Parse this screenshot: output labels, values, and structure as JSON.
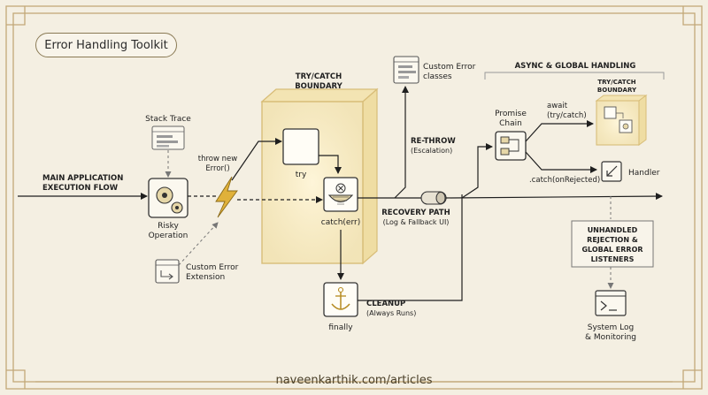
{
  "header": {
    "title": "Error Handling Toolkit"
  },
  "footer": {
    "url": "naveenkarthik.com/articles"
  },
  "main_flow": {
    "line1": "MAIN APPLICATION",
    "line2": "EXECUTION FLOW"
  },
  "stack_trace": {
    "label": "Stack Trace"
  },
  "risky": {
    "line1": "Risky",
    "line2": "Operation"
  },
  "throw": {
    "line1": "throw new",
    "line2": "Error()"
  },
  "custom_extension": {
    "line1": "Custom Error",
    "line2": "Extension"
  },
  "boundary": {
    "line1": "TRY/CATCH",
    "line2": "BOUNDARY"
  },
  "try": {
    "label": "try"
  },
  "catch": {
    "label": "catch(err)"
  },
  "finally": {
    "label": "finally"
  },
  "cleanup": {
    "line1": "CLEANUP",
    "line2": "(Always Runs)"
  },
  "custom_classes": {
    "line1": "Custom Error",
    "line2": "classes"
  },
  "rethrow": {
    "line1": "RE-THROW",
    "line2": "(Escalation)"
  },
  "recovery": {
    "line1": "RECOVERY PATH",
    "line2": "(Log & Fallback UI)"
  },
  "async_section": {
    "title": "ASYNC & GLOBAL HANDLING"
  },
  "promise": {
    "line1": "Promise",
    "line2": "Chain"
  },
  "await": {
    "line1": "await",
    "line2": "(try/catch)"
  },
  "mini_boundary": {
    "line1": "TRY/CATCH",
    "line2": "BOUNDARY"
  },
  "catch_rejected": {
    "label": ".catch(onRejected)"
  },
  "handler": {
    "label": "Handler"
  },
  "unhandled": {
    "line1": "UNHANDLED",
    "line2": "REJECTION &",
    "line3": "GLOBAL ERROR",
    "line4": "LISTENERS"
  },
  "system_log": {
    "line1": "System Log",
    "line2": "& Monitoring"
  },
  "colors": {
    "background": "#f4efe2",
    "frame": "#c2a878",
    "boundary": "#e3c77a",
    "ink": "#1f1f1f",
    "lightning": "#e0b13a"
  }
}
